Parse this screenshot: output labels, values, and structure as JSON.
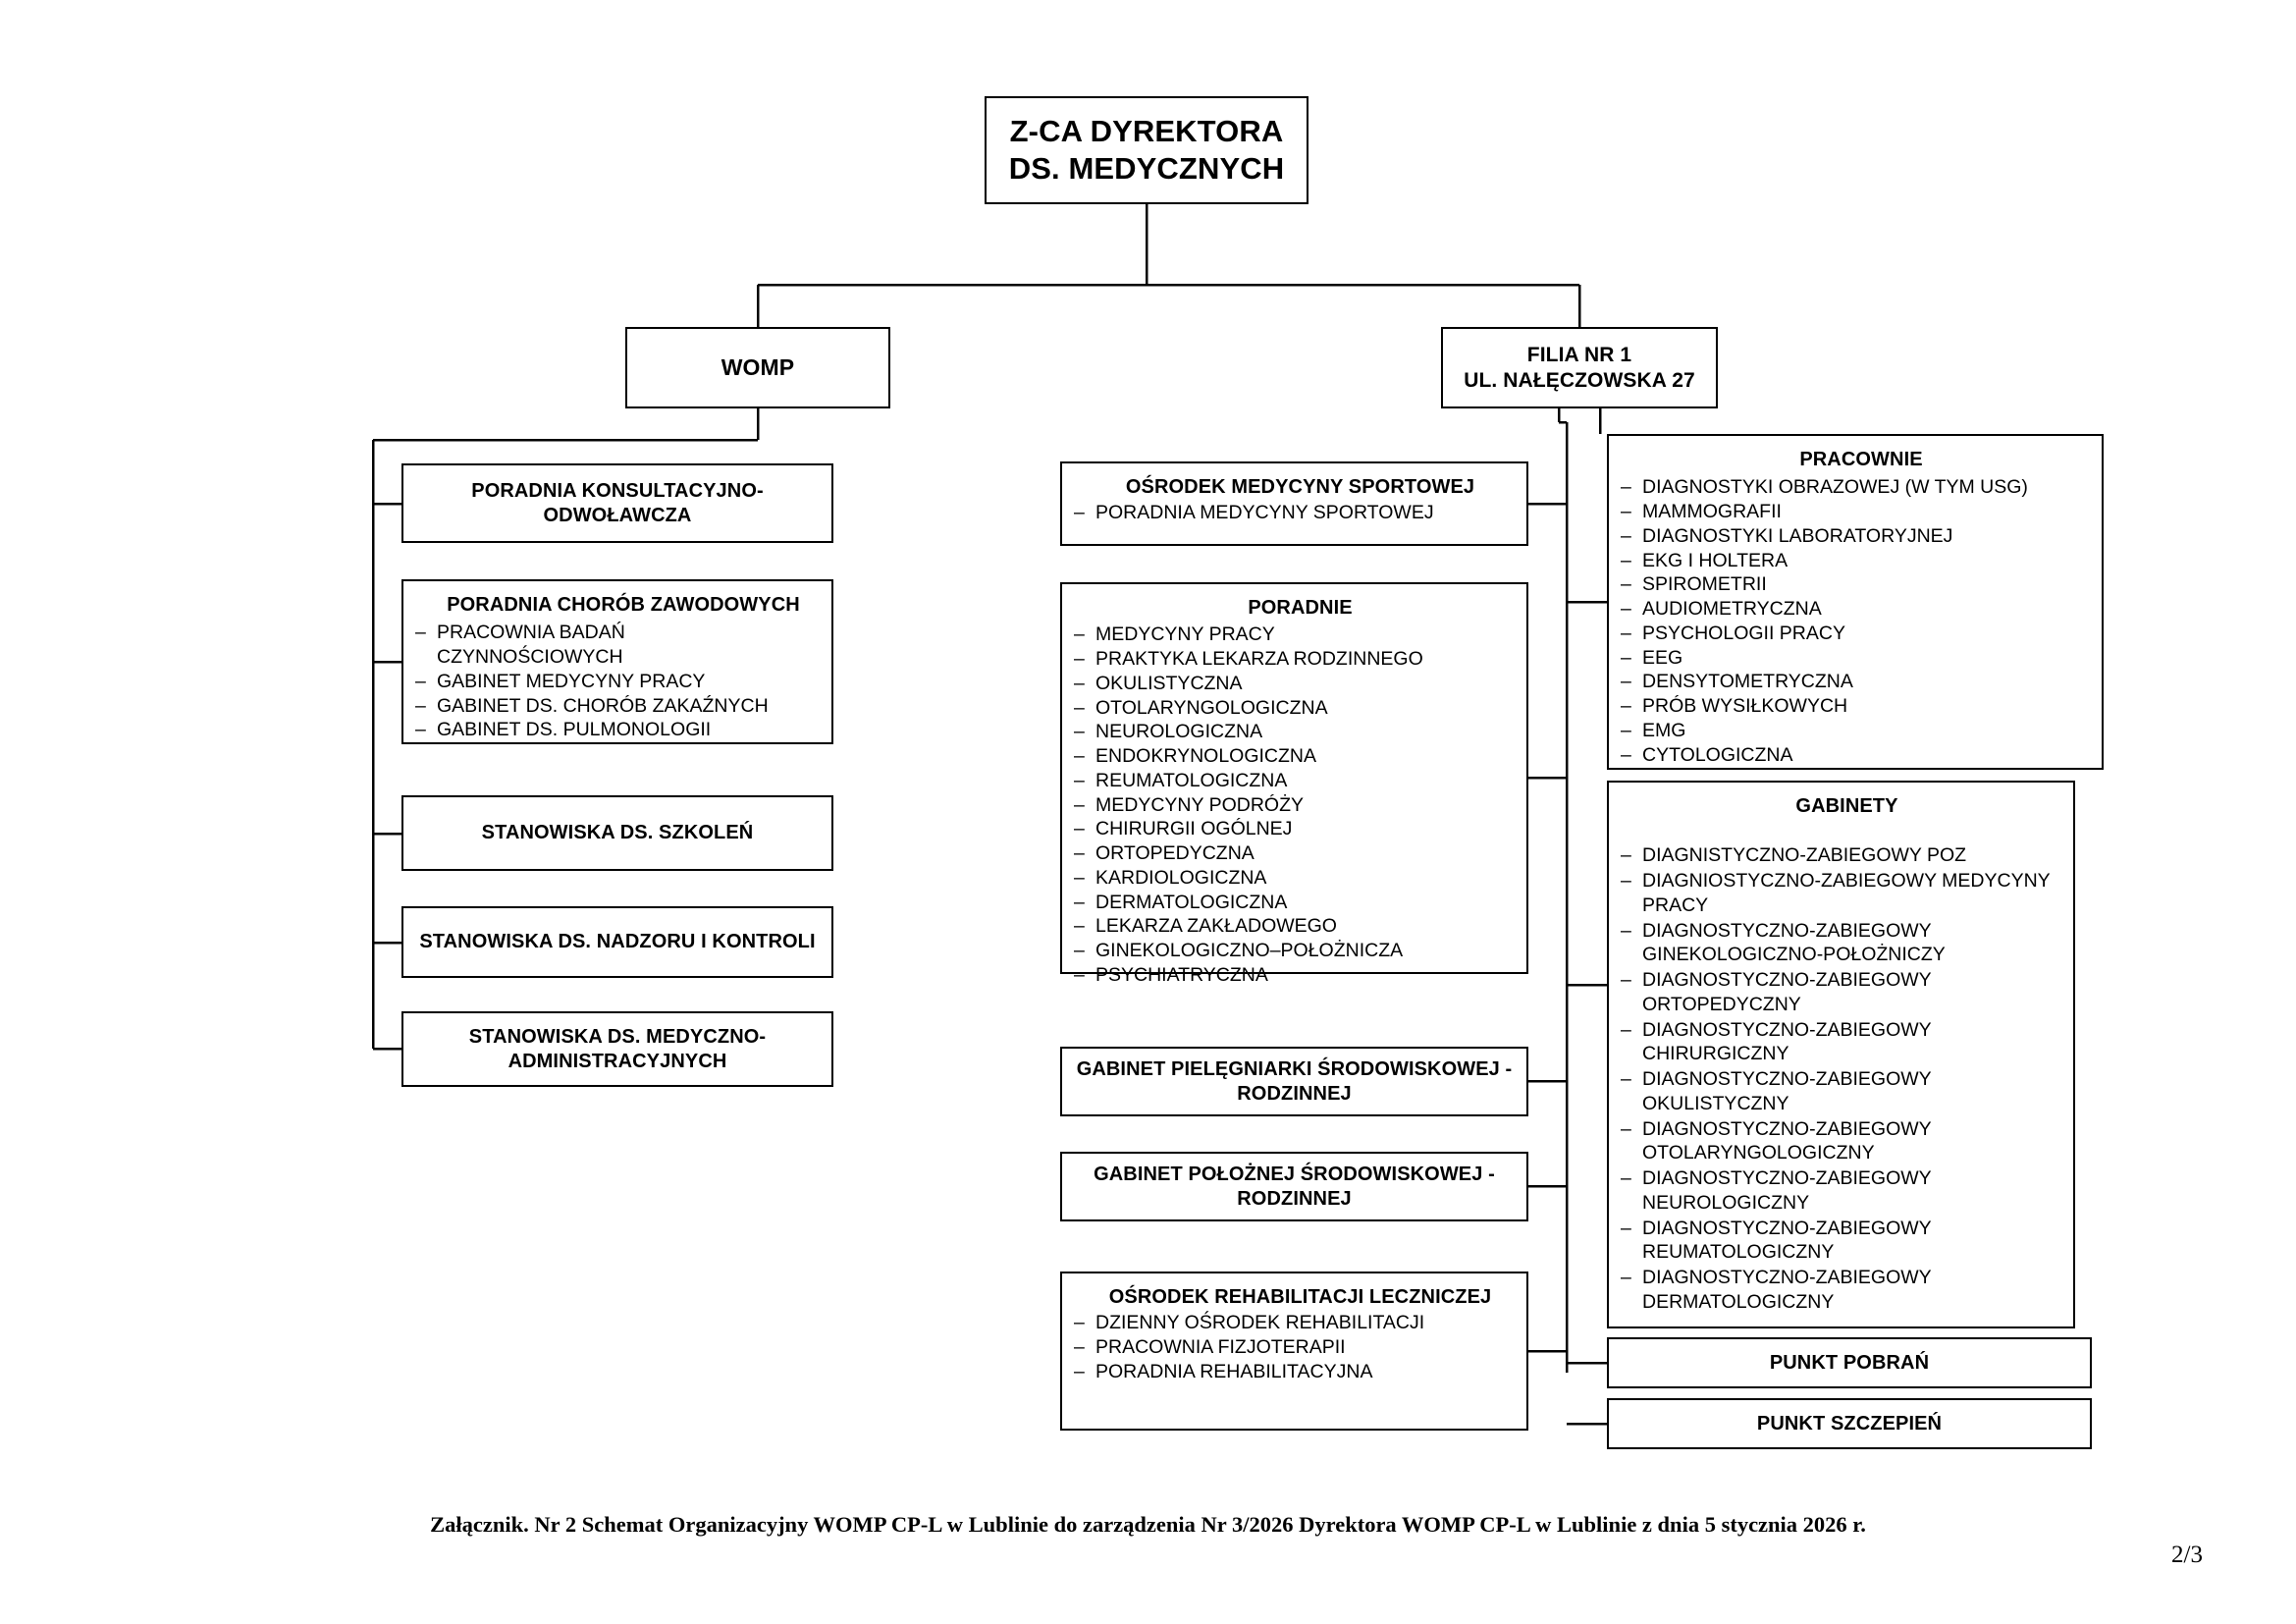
{
  "document": {
    "footer_note": "Załącznik. Nr 2 Schemat Organizacyjny WOMP CP-L w Lublinie do zarządzenia Nr 3/2026 Dyrektora WOMP CP-L w Lublinie z dnia 5 stycznia 2026 r.",
    "page_number": "2/3"
  },
  "chart": {
    "type": "org-chart",
    "root": {
      "title": "Z-CA DYREKTORA\nDS. MEDYCZNYCH"
    },
    "branches": [
      {
        "id": "womp",
        "title": "WOMP"
      },
      {
        "id": "filia",
        "title": "FILIA NR 1\nUL. NAŁĘCZOWSKA  27"
      }
    ],
    "womp_children": [
      {
        "id": "konsult",
        "title": "PORADNIA KONSULTACYJNO-\nODWOŁAWCZA",
        "items": []
      },
      {
        "id": "chorob",
        "title": "PORADNIA CHORÓB ZAWODOWYCH",
        "items": [
          "PRACOWNIA BADAŃ\nCZYNNOŚCIOWYCH",
          "GABINET MEDYCYNY PRACY",
          "GABINET DS. CHORÓB ZAKAŹNYCH",
          "GABINET DS. PULMONOLOGII"
        ]
      },
      {
        "id": "szkolen",
        "title": "STANOWISKA DS. SZKOLEŃ",
        "items": []
      },
      {
        "id": "nadzor",
        "title": "STANOWISKA DS. NADZORU I KONTROLI",
        "items": []
      },
      {
        "id": "medadmin",
        "title": "STANOWISKA DS.  MEDYCZNO-\nADMINISTRACYJNYCH",
        "items": []
      }
    ],
    "filia_children": [
      {
        "id": "sportowa",
        "title": "OŚRODEK MEDYCYNY SPORTOWEJ",
        "items": [
          "PORADNIA MEDYCYNY SPORTOWEJ"
        ]
      },
      {
        "id": "poradnie",
        "title": "PORADNIE",
        "items": [
          "MEDYCYNY PRACY",
          "PRAKTYKA LEKARZA RODZINNEGO",
          "OKULISTYCZNA",
          "OTOLARYNGOLOGICZNA",
          "NEUROLOGICZNA",
          "ENDOKRYNOLOGICZNA",
          "REUMATOLOGICZNA",
          "MEDYCYNY PODRÓŻY",
          "CHIRURGII OGÓLNEJ",
          "ORTOPEDYCZNA",
          "KARDIOLOGICZNA",
          "DERMATOLOGICZNA",
          "LEKARZA ZAKŁADOWEGO",
          "GINEKOLOGICZNO–POŁOŻNICZA",
          "PSYCHIATRYCZNA"
        ]
      },
      {
        "id": "pielegniarka",
        "title": "GABINET PIELĘGNIARKI ŚRODOWISKOWEJ -\nRODZINNEJ",
        "items": []
      },
      {
        "id": "polozna",
        "title": "GABINET POŁOŻNEJ ŚRODOWISKOWEJ -\nRODZINNEJ",
        "items": []
      },
      {
        "id": "rehabilitacja",
        "title": "OŚRODEK REHABILITACJI LECZNICZEJ",
        "items": [
          "DZIENNY OŚRODEK REHABILITACJI",
          "PRACOWNIA FIZJOTERAPII",
          "PORADNIA REHABILITACYJNA"
        ]
      },
      {
        "id": "pracownie",
        "title": "PRACOWNIE",
        "items": [
          "DIAGNOSTYKI OBRAZOWEJ (W TYM USG)",
          "MAMMOGRAFII",
          "DIAGNOSTYKI LABORATORYJNEJ",
          "EKG I HOLTERA",
          "SPIROMETRII",
          "AUDIOMETRYCZNA",
          "PSYCHOLOGII PRACY",
          "EEG",
          "DENSYTOMETRYCZNA",
          "PRÓB WYSIŁKOWYCH",
          "EMG",
          "CYTOLOGICZNA"
        ]
      },
      {
        "id": "gabinety",
        "title": "GABINETY",
        "items": [
          "DIAGNISTYCZNO-ZABIEGOWY POZ",
          "DIAGNIOSTYCZNO-ZABIEGOWY MEDYCYNY\nPRACY",
          "DIAGNOSTYCZNO-ZABIEGOWY\nGINEKOLOGICZNO-POŁOŻNICZY",
          "DIAGNOSTYCZNO-ZABIEGOWY\nORTOPEDYCZNY",
          "DIAGNOSTYCZNO-ZABIEGOWY\nCHIRURGICZNY",
          "DIAGNOSTYCZNO-ZABIEGOWY\nOKULISTYCZNY",
          "DIAGNOSTYCZNO-ZABIEGOWY\nOTOLARYNGOLOGICZNY",
          "DIAGNOSTYCZNO-ZABIEGOWY\nNEUROLOGICZNY",
          "DIAGNOSTYCZNO-ZABIEGOWY\nREUMATOLOGICZNY",
          "DIAGNOSTYCZNO-ZABIEGOWY\nDERMATOLOGICZNY"
        ]
      },
      {
        "id": "pobran",
        "title": "PUNKT POBRAŃ",
        "items": []
      },
      {
        "id": "szczepien",
        "title": "PUNKT SZCZEPIEŃ",
        "items": []
      }
    ]
  },
  "colors": {
    "line": "#000000",
    "box_border": "#000000",
    "background": "#ffffff",
    "text": "#000000"
  }
}
